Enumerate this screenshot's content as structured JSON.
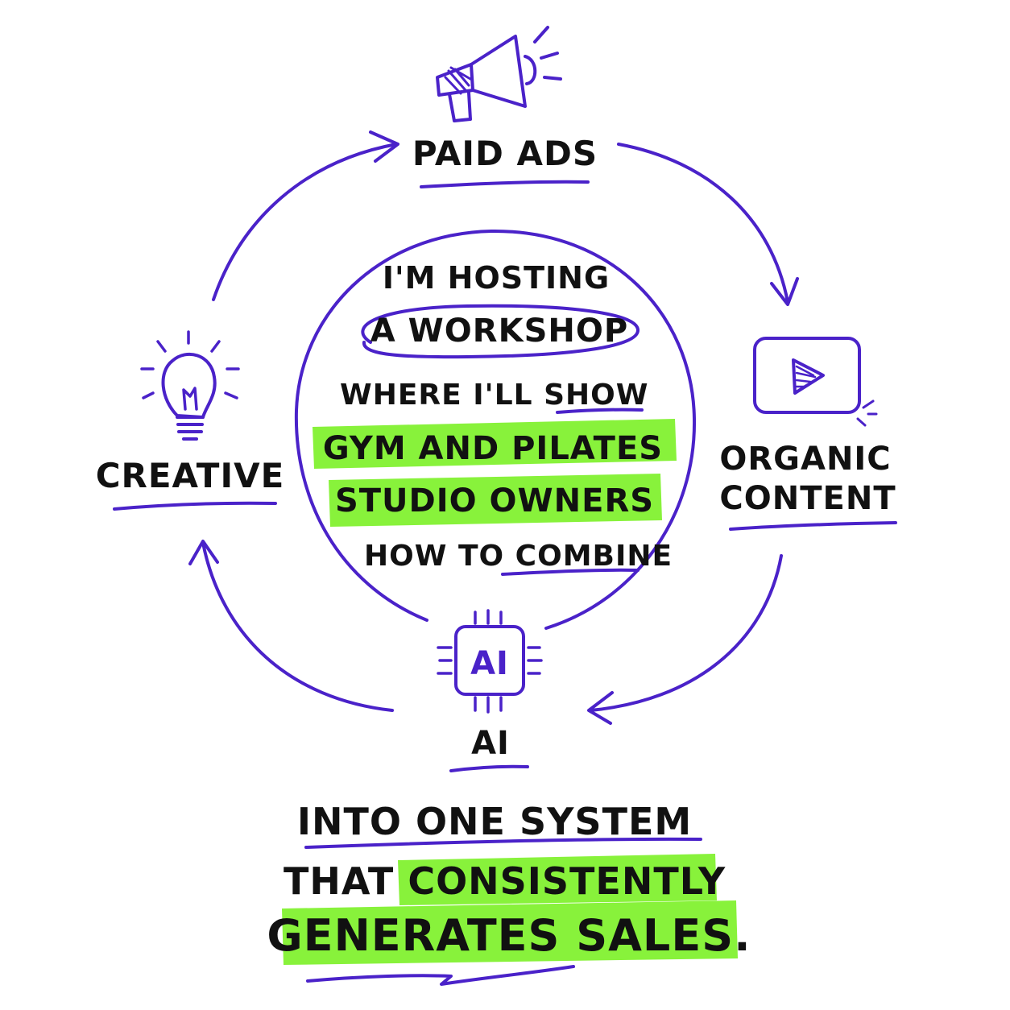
{
  "colors": {
    "ink": "#4a22c9",
    "highlight": "#7ef12a",
    "text": "#111111",
    "background": "#ffffff"
  },
  "nodes": {
    "paid_ads": {
      "label": "PAID ADS",
      "icon": "megaphone-icon"
    },
    "organic_content": {
      "label_line1": "ORGANIC",
      "label_line2": "CONTENT",
      "icon": "video-play-icon"
    },
    "ai": {
      "label": "AI",
      "icon": "ai-chip-icon",
      "chip_text": "AI"
    },
    "creative": {
      "label": "CREATIVE",
      "icon": "lightbulb-icon"
    }
  },
  "center": {
    "line1": "I'M HOSTING",
    "line2": "A WORKSHOP",
    "line3_a": "WHERE I'LL ",
    "line3_b": "SHOW",
    "line4": "GYM AND PILATES",
    "line5": "STUDIO OWNERS",
    "line6_a": "HOW TO ",
    "line6_b": "COMBINE"
  },
  "footer": {
    "line1": "INTO ONE SYSTEM",
    "line2_a": "THAT ",
    "line2_b": "CONSISTENTLY",
    "line3": "GENERATES SALES."
  }
}
